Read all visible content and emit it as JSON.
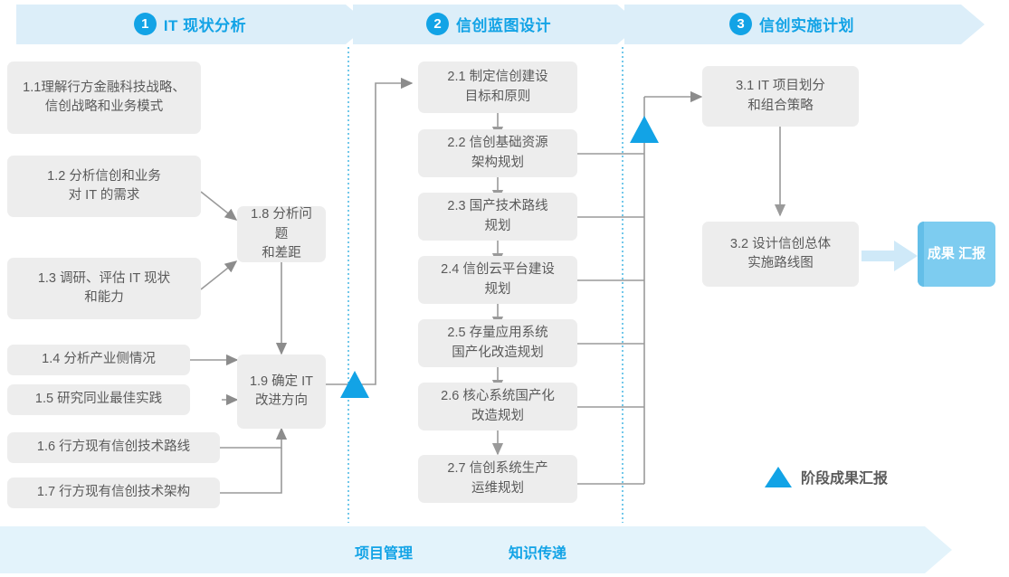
{
  "header": {
    "band_color": "#DCEEF9",
    "accent_color": "#12A3E6",
    "stages": [
      {
        "number": "1",
        "title": "IT 现状分析"
      },
      {
        "number": "2",
        "title": "信创蓝图设计"
      },
      {
        "number": "3",
        "title": "信创实施计划"
      }
    ]
  },
  "stage1": {
    "boxes": [
      {
        "id": "1.1",
        "line1": "1.1理解行方金融科技战略、",
        "line2": "信创战略和业务模式"
      },
      {
        "id": "1.2",
        "line1": "1.2 分析信创和业务",
        "line2": "对 IT 的需求"
      },
      {
        "id": "1.3",
        "line1": "1.3 调研、评估 IT 现状",
        "line2": "和能力"
      },
      {
        "id": "1.4",
        "line1": "1.4 分析产业侧情况",
        "line2": ""
      },
      {
        "id": "1.5",
        "line1": "1.5 研究同业最佳实践",
        "line2": ""
      },
      {
        "id": "1.6",
        "line1": "1.6 行方现有信创技术路线",
        "line2": ""
      },
      {
        "id": "1.7",
        "line1": "1.7 行方现有信创技术架构",
        "line2": ""
      },
      {
        "id": "1.8",
        "line1": "1.8 分析问题",
        "line2": "和差距"
      },
      {
        "id": "1.9",
        "line1": "1.9 确定 IT",
        "line2": "改进方向"
      }
    ]
  },
  "stage2": {
    "boxes": [
      {
        "id": "2.1",
        "line1": "2.1 制定信创建设",
        "line2": "目标和原则"
      },
      {
        "id": "2.2",
        "line1": "2.2 信创基础资源",
        "line2": "架构规划"
      },
      {
        "id": "2.3",
        "line1": "2.3 国产技术路线",
        "line2": "规划"
      },
      {
        "id": "2.4",
        "line1": "2.4 信创云平台建设",
        "line2": "规划"
      },
      {
        "id": "2.5",
        "line1": "2.5 存量应用系统",
        "line2": "国产化改造规划"
      },
      {
        "id": "2.6",
        "line1": "2.6 核心系统国产化",
        "line2": "改造规划"
      },
      {
        "id": "2.7",
        "line1": "2.7 信创系统生产",
        "line2": "运维规划"
      }
    ]
  },
  "stage3": {
    "boxes": [
      {
        "id": "3.1",
        "line1": "3.1 IT 项目划分",
        "line2": "和组合策略"
      },
      {
        "id": "3.2",
        "line1": "3.2 设计信创总体",
        "line2": "实施路线图"
      }
    ],
    "badge": {
      "line1": "成果",
      "line2": "汇报",
      "color": "#7DCCF0"
    }
  },
  "legend": {
    "marker": "milestone-triangle",
    "label": "阶段成果汇报",
    "color": "#12A3E6"
  },
  "footer": {
    "band_color": "#E3F3FB",
    "labels": [
      "项目管理",
      "知识传递"
    ]
  }
}
